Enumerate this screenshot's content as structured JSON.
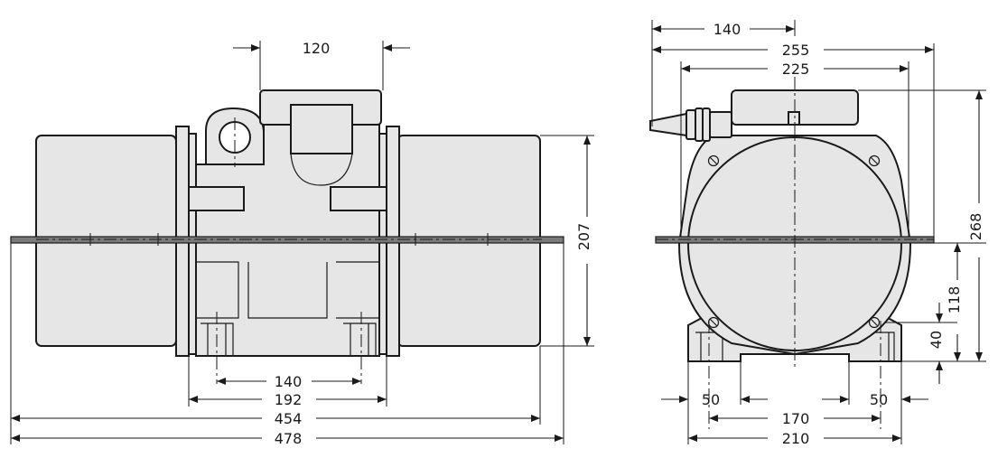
{
  "dimensions": {
    "front_view": {
      "top_width": "120",
      "height": "207",
      "foot_bolt_spacing": "140",
      "foot_width": "192",
      "body_length": "454",
      "overall_length": "478"
    },
    "side_view": {
      "cable_offset": "140",
      "overall_width": "255",
      "box_width": "225",
      "overall_height": "268",
      "shaft_height": "118",
      "foot_height": "40",
      "foot_left": "50",
      "foot_right": "50",
      "bolt_spacing": "170",
      "base_width": "210"
    }
  }
}
